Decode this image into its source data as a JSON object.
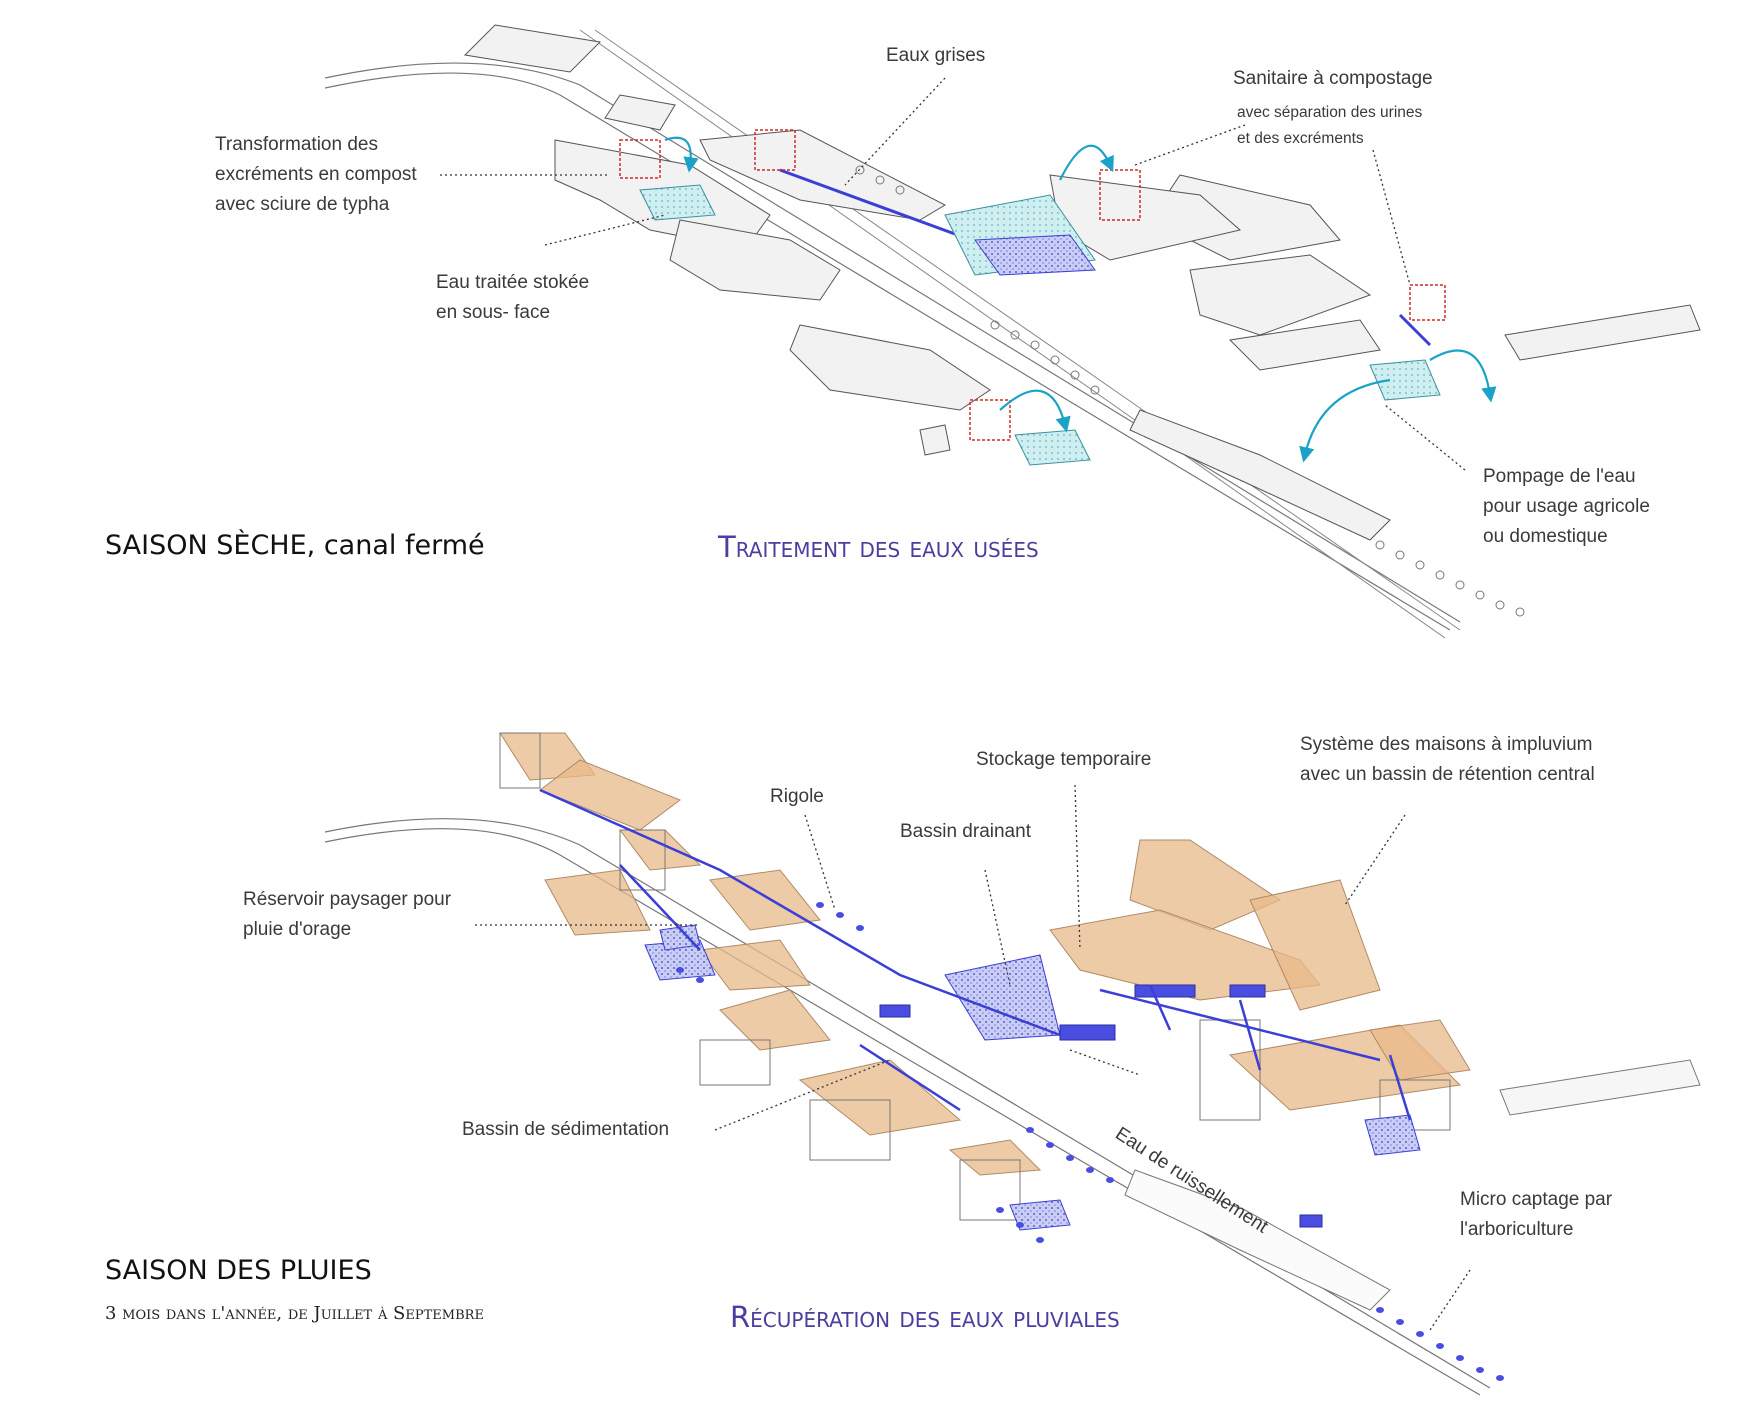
{
  "colors": {
    "blue_pipe": "#3b3fd6",
    "arrow_teal": "#1aa3c6",
    "toilet_red": "#d02a2a",
    "roof_tan": "#e8b98a",
    "water_blue": "#b9bdf0",
    "treated_teal": "#bfe6ea",
    "line_gray": "#666666",
    "title_purple": "#4a3fa0"
  },
  "dry_season": {
    "title": "SAISON SÈCHE, canal fermé",
    "theme": "Traitement des eaux usées",
    "labels": {
      "grey_water": "Eaux grises",
      "compost_toilet": "Sanitaire à compostage",
      "compost_toilet_detail": "avec séparation des urines\net des excréments",
      "compost_transform": "Transformation des\nexcréments en compost\navec sciure de typha",
      "treated_water": "Eau traitée stokée\nen sous- face",
      "pumping": "Pompage de l'eau\npour usage agricole\nou domestique"
    }
  },
  "rainy_season": {
    "title": "SAISON DES PLUIES",
    "subtitle": "3 mois dans l'année, de Juillet à Septembre",
    "theme": "Récupération des eaux pluviales",
    "labels": {
      "rigole": "Rigole",
      "temp_storage": "Stockage temporaire",
      "impluvium": "Système des maisons à impluvium\navec un bassin de rétention central",
      "draining_basin": "Bassin drainant",
      "storm_reservoir": "Réservoir paysager pour\npluie d'orage",
      "sedimentation": "Bassin de sédimentation",
      "runoff": "Eau de ruissellement",
      "micro_capture": "Micro captage par\nl'arboriculture"
    }
  }
}
